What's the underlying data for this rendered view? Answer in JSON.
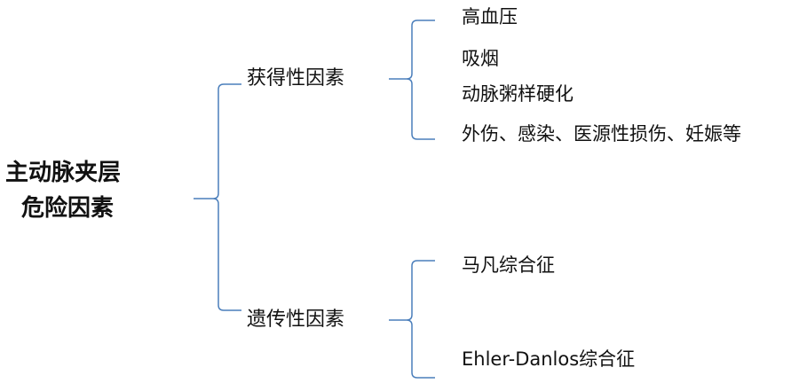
{
  "root": {
    "line1": "主动脉夹层",
    "line2": "危险因素"
  },
  "categories": [
    {
      "label": "获得性因素",
      "items": [
        "高血压",
        "吸烟",
        "动脉粥样硬化",
        "外伤、感染、医源性损伤、妊娠等"
      ]
    },
    {
      "label": "遗传性因素",
      "items": [
        "马凡综合征",
        "Ehler-Danlos综合征"
      ]
    }
  ],
  "colors": {
    "bracket": "#4a7ebb"
  }
}
